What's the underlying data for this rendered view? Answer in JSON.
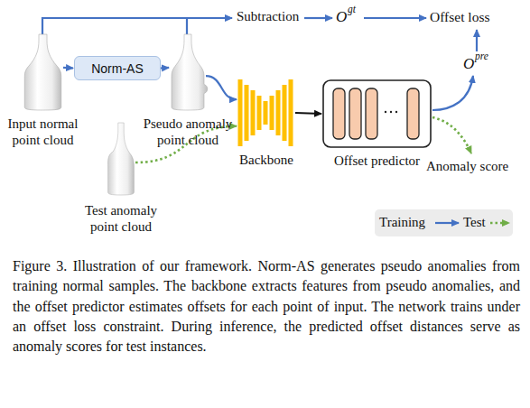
{
  "diagram": {
    "caption": "Figure 3. Illustration of our framework. Norm-AS generates pseudo anomalies from training normal samples. The backbone extracts features from pseudo anomalies, and the offset predictor estimates offsets for each point of input. The network trains under an offset loss constraint. During inference, the predicted offset distances serve as anomaly scores for test instances.",
    "nodes": [
      {
        "text": [
          "Input normal point cloud"
        ]
      },
      {
        "text": [
          "Norm-AS"
        ]
      },
      {
        "text": [
          "Pseudo anomaly point cloud"
        ]
      },
      {
        "text": [
          "Test anomaly point cloud"
        ]
      },
      {
        "text": [
          "Backbone"
        ]
      },
      {
        "text": [
          "Offset predictor"
        ]
      }
    ],
    "edges": [
      {
        "from": 0,
        "to": 1,
        "arrow": "to"
      },
      {
        "from": 1,
        "to": 2,
        "arrow": "to"
      },
      {
        "from": 2,
        "to": 4,
        "arrow": "to"
      },
      {
        "from": 3,
        "to": 4,
        "arrow": "to"
      },
      {
        "from": 4,
        "to": 5,
        "arrow": "to"
      }
    ],
    "labels": [
      "Subtraction",
      "O",
      "gt",
      "Offset loss",
      "O",
      "pre",
      "Anomaly score"
    ],
    "legend": [
      {
        "text": "Training"
      },
      {
        "text": "Test"
      }
    ]
  }
}
